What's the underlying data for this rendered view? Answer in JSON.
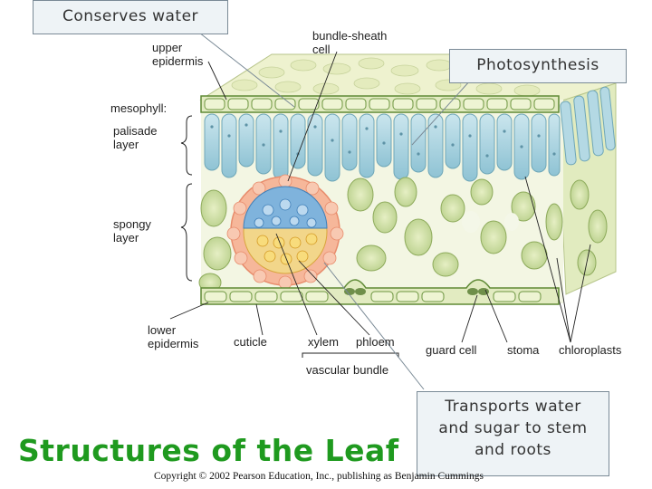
{
  "callouts": {
    "conserves_water": "Conserves water",
    "photosynthesis": "Photosynthesis",
    "transports_line1": "Transports water",
    "transports_line2": "and sugar to stem",
    "transports_line3": "and roots"
  },
  "labels": {
    "upper_epidermis_1": "upper",
    "upper_epidermis_2": "epidermis",
    "bundle_sheath_1": "bundle-sheath",
    "bundle_sheath_2": "cell",
    "mesophyll": "mesophyll:",
    "palisade_1": "palisade",
    "palisade_2": "layer",
    "spongy_1": "spongy",
    "spongy_2": "layer",
    "lower_epidermis_1": "lower",
    "lower_epidermis_2": "epidermis",
    "cuticle": "cuticle",
    "xylem": "xylem",
    "phloem": "phloem",
    "vascular_bundle": "vascular bundle",
    "guard_cell": "guard cell",
    "stoma": "stoma",
    "chloroplasts": "chloroplasts"
  },
  "title": "Structures of the Leaf",
  "copyright": "Copyright © 2002 Pearson Education, Inc., publishing as Benjamin Cummings",
  "colors": {
    "title": "#1f9a1f",
    "palisade": "#a9d4e0",
    "spongy": "#c9dca0",
    "epidermis": "#e7edc5",
    "xylem": "#4f8fc8",
    "phloem": "#f2c64a",
    "bundle_sheath": "#f2a88a"
  }
}
